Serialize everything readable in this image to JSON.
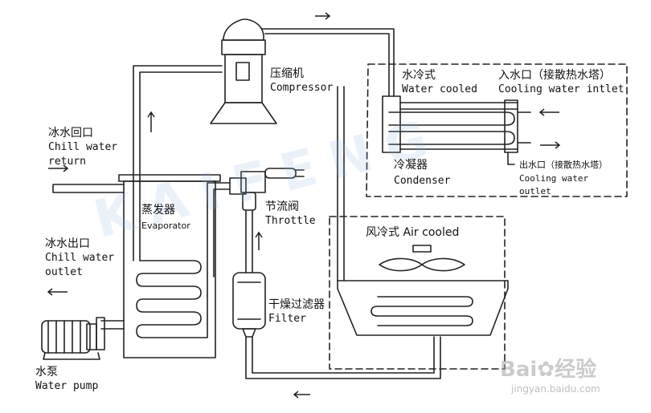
{
  "labels": {
    "compressor_cn": "压缩机",
    "compressor_en": "Compressor",
    "water_cooled_cn": "水冷式",
    "water_cooled_en": "Water cooled",
    "inlet_cn": "入水口（接散热水塔）",
    "inlet_en": "Cooling water intlet",
    "chill_return_cn": "冰水回口",
    "chill_return_en1": "Chill water",
    "chill_return_en2": "return",
    "outlet_cn": "出水口（接散热水塔）",
    "outlet_en1": "Cooling water",
    "outlet_en2": "outlet",
    "condenser_cn": "冷凝器",
    "condenser_en": "Condenser",
    "evaporator_cn": "蒸发器",
    "evaporator_en": "Evaporator",
    "throttle_cn": "节流阀",
    "throttle_en": "Throttle",
    "air_cooled": "风冷式 Air cooled",
    "chill_outlet_cn": "冰水出口",
    "chill_outlet_en1": "Chill water",
    "chill_outlet_en2": "outlet",
    "filter_cn": "干燥过滤器",
    "filter_en": "Filter",
    "pump_cn": "水泵",
    "pump_en": "Water pump"
  },
  "watermarks": {
    "brand": "KAIFENG",
    "baidu": "Bai",
    "baidu_cn": "经验",
    "baidu_url": "jingyan.baidu.com"
  }
}
